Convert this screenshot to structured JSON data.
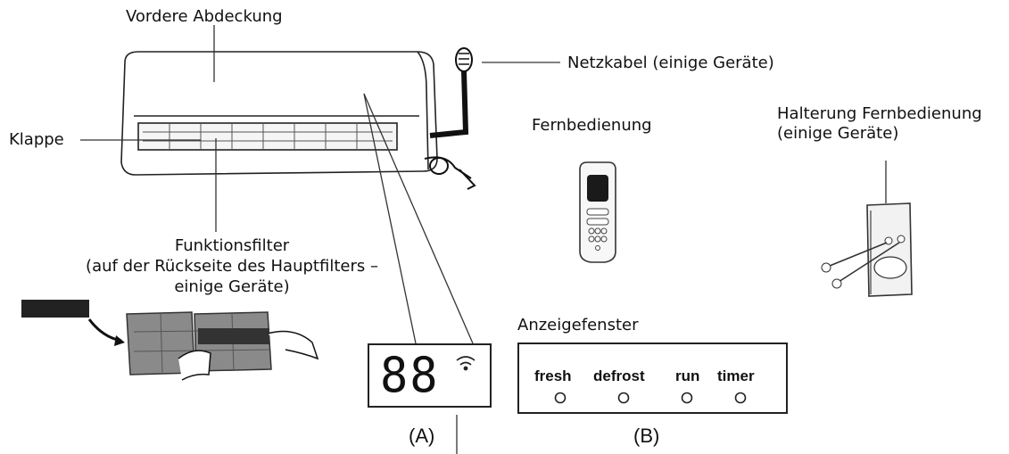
{
  "labels": {
    "front_cover": "Vordere Abdeckung",
    "power_cable": "Netzkabel (einige Geräte)",
    "flap": "Klappe",
    "remote": "Fernbedienung",
    "remote_holder_line1": "Halterung Fernbedienung",
    "remote_holder_line2": "(einige Geräte)",
    "function_filter_line1": "Funktionsfilter",
    "function_filter_line2": "(auf der Rückseite des Hauptfilters –",
    "function_filter_line3": "einige Geräte)",
    "display_window": "Anzeigefenster"
  },
  "display_a": {
    "digits": "88",
    "caption": "(A)"
  },
  "display_b": {
    "indicators": [
      "fresh",
      "defrost",
      "run",
      "timer"
    ],
    "caption": "(B)"
  }
}
